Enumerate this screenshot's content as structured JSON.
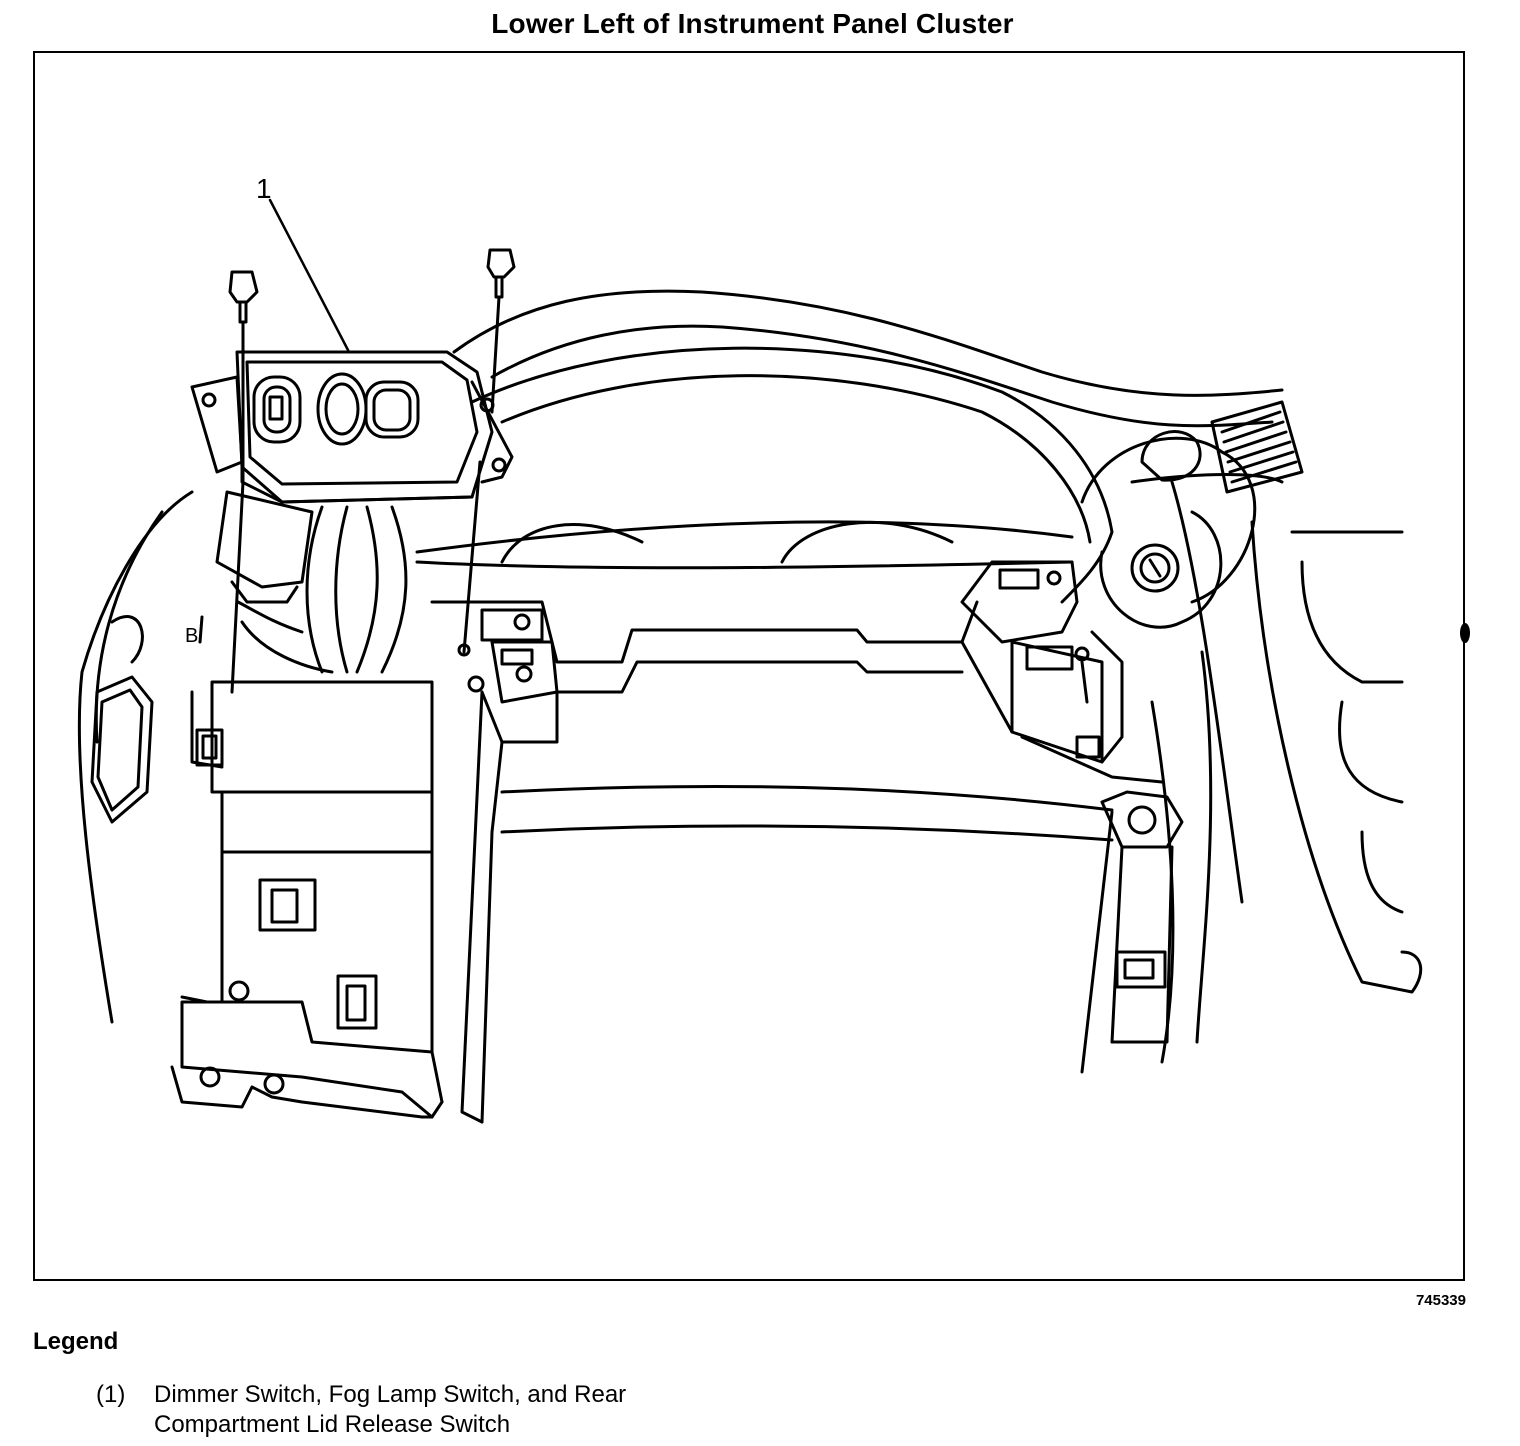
{
  "title": "Lower Left of Instrument Panel Cluster",
  "callouts": [
    {
      "label": "1"
    }
  ],
  "figure_id": "745339",
  "legend": {
    "heading": "Legend",
    "items": [
      {
        "number": "(1)",
        "text": "Dimmer Switch, Fog Lamp Switch, and Rear Compartment Lid Release Switch"
      }
    ]
  },
  "panel_marks": {
    "b_label": "B"
  }
}
